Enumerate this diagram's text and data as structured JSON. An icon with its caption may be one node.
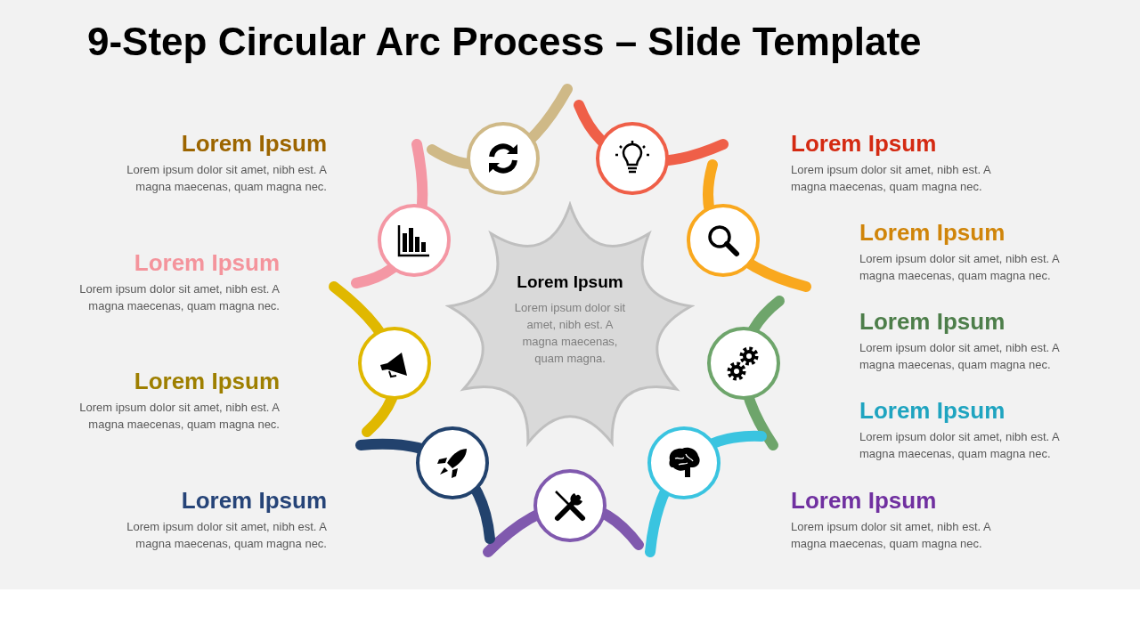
{
  "diagram": {
    "title": "9-Step Circular Arc Process – Slide Template",
    "nodes": [
      {
        "text": [
          "Lorem Ipsum",
          "Lorem ipsum dolor sit amet, nibh est. A magna maecenas, quam magna."
        ]
      }
    ],
    "labels": [
      "Lorem Ipsum",
      "Lorem ipsum dolor sit amet, nibh est. A magna maecenas, quam magna nec.",
      "Lorem Ipsum",
      "Lorem ipsum dolor sit amet, nibh est. A magna maecenas, quam magna nec.",
      "Lorem Ipsum",
      "Lorem ipsum dolor sit amet, nibh est. A magna maecenas, quam magna nec.",
      "Lorem Ipsum",
      "Lorem ipsum dolor sit amet, nibh est. A magna maecenas, quam magna nec.",
      "Lorem Ipsum",
      "Lorem ipsum dolor sit amet, nibh est. A magna maecenas, quam magna nec.",
      "Lorem Ipsum",
      "Lorem ipsum dolor sit amet, nibh est. A magna maecenas, quam magna nec.",
      "Lorem Ipsum",
      "Lorem ipsum dolor sit amet, nibh est. A magna maecenas, quam magna nec.",
      "Lorem Ipsum",
      "Lorem ipsum dolor sit amet, nibh est. A magna maecenas, quam magna nec.",
      "Lorem Ipsum",
      "Lorem ipsum dolor sit amet, nibh est. A magna maecenas, quam magna nec."
    ]
  }
}
